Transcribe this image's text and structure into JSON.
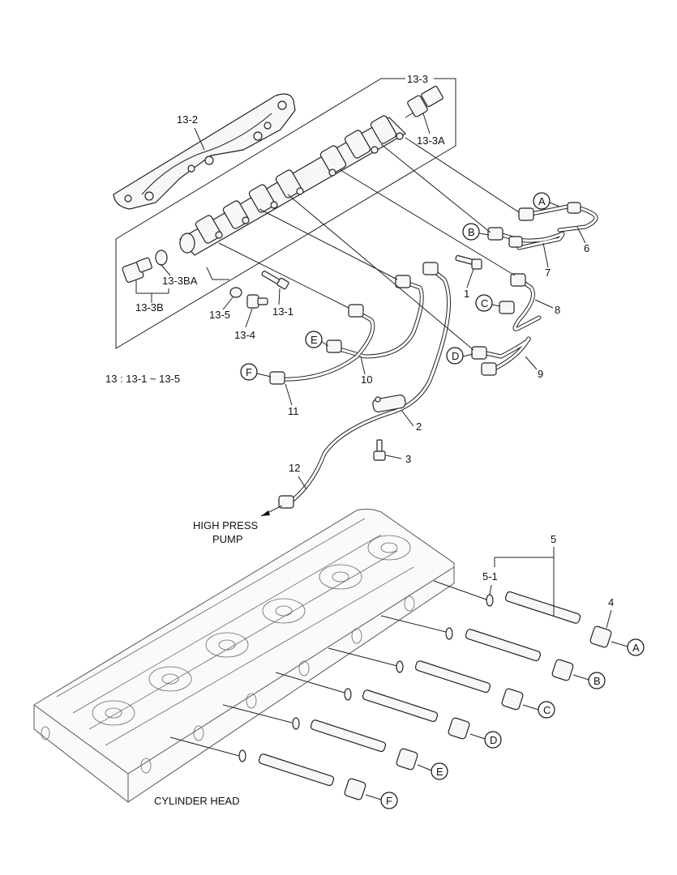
{
  "labels": {
    "l13_3": "13-3",
    "l13_2": "13-2",
    "l13_3A": "13-3A",
    "l13_3BA": "13-3BA",
    "l13_3B": "13-3B",
    "l13_5": "13-5",
    "l13_4": "13-4",
    "l13_1": "13-1",
    "l1": "1",
    "l2": "2",
    "l3": "3",
    "l4": "4",
    "l5": "5",
    "l5_1": "5-1",
    "l6": "6",
    "l7": "7",
    "l8": "8",
    "l9": "9",
    "l10": "10",
    "l11": "11",
    "l12": "12",
    "note": "13 : 13-1 ~ 13-5",
    "pump_line1": "HIGH PRESS",
    "pump_line2": "PUMP",
    "cylinder_head": "CYLINDER HEAD"
  },
  "callouts": {
    "A": "A",
    "B": "B",
    "C": "C",
    "D": "D",
    "E": "E",
    "F": "F"
  }
}
